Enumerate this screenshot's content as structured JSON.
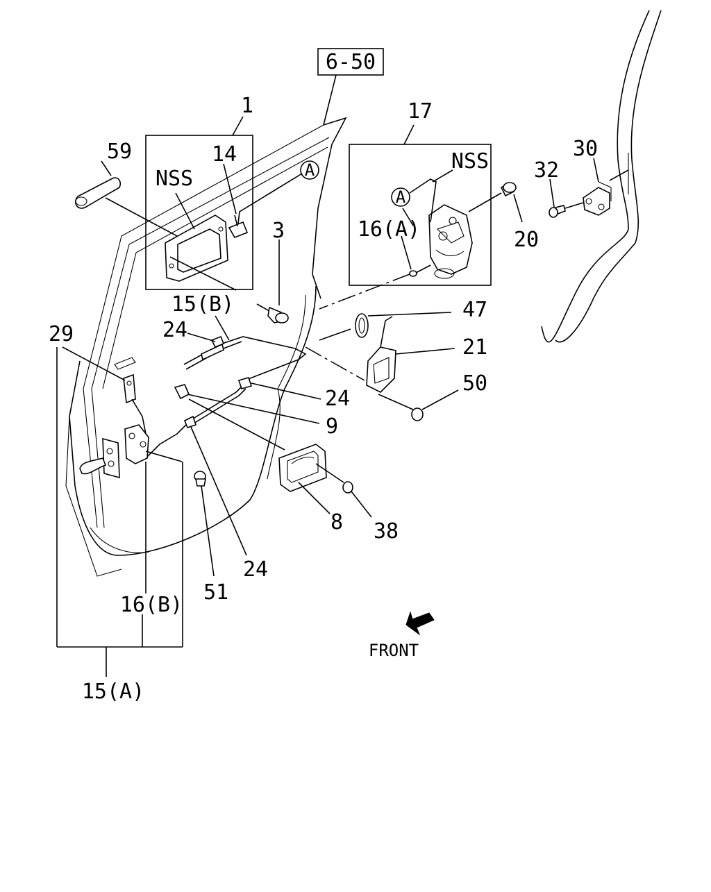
{
  "reference_box": "6-50",
  "front_label": "FRONT",
  "callouts": {
    "c1": "1",
    "c59": "59",
    "c14": "14",
    "nss_left": "NSS",
    "a_left": "A",
    "c3": "3",
    "c17": "17",
    "nss_right": "NSS",
    "a_right": "A",
    "c16a": "16(A)",
    "c20": "20",
    "c30": "30",
    "c32": "32",
    "c15b": "15(B)",
    "c24_top": "24",
    "c29": "29",
    "c47": "47",
    "c21": "21",
    "c24_mid": "24",
    "c50": "50",
    "c9": "9",
    "c8": "8",
    "c38": "38",
    "c24_low": "24",
    "c51": "51",
    "c16b": "16(B)",
    "c15a": "15(A)"
  }
}
